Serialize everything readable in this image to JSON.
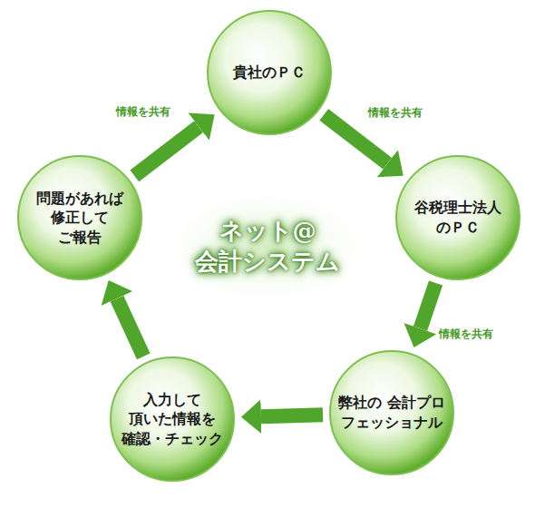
{
  "diagram": {
    "nodes": [
      {
        "text": [
          "貴社のＰＣ"
        ]
      },
      {
        "text": [
          "谷税理士法人 のＰＣ"
        ]
      },
      {
        "text": [
          "弊社の 会計プロ フェッショナル"
        ]
      },
      {
        "text": [
          "入力して 頂いた情報を 確認・チェック"
        ]
      },
      {
        "text": [
          "問題があれば 修正して ご報告"
        ]
      }
    ],
    "edges": [
      {
        "from": 0,
        "to": 1,
        "arrow": "to",
        "label": "情報を共有"
      },
      {
        "from": 1,
        "to": 2,
        "arrow": "to",
        "label": "情報を共有"
      },
      {
        "from": 2,
        "to": 3,
        "arrow": "to"
      },
      {
        "from": 3,
        "to": 4,
        "arrow": "to"
      },
      {
        "from": 4,
        "to": 0,
        "arrow": "to",
        "label": "情報を共有"
      }
    ],
    "labels": [
      "ネット@ 会計システム"
    ]
  }
}
